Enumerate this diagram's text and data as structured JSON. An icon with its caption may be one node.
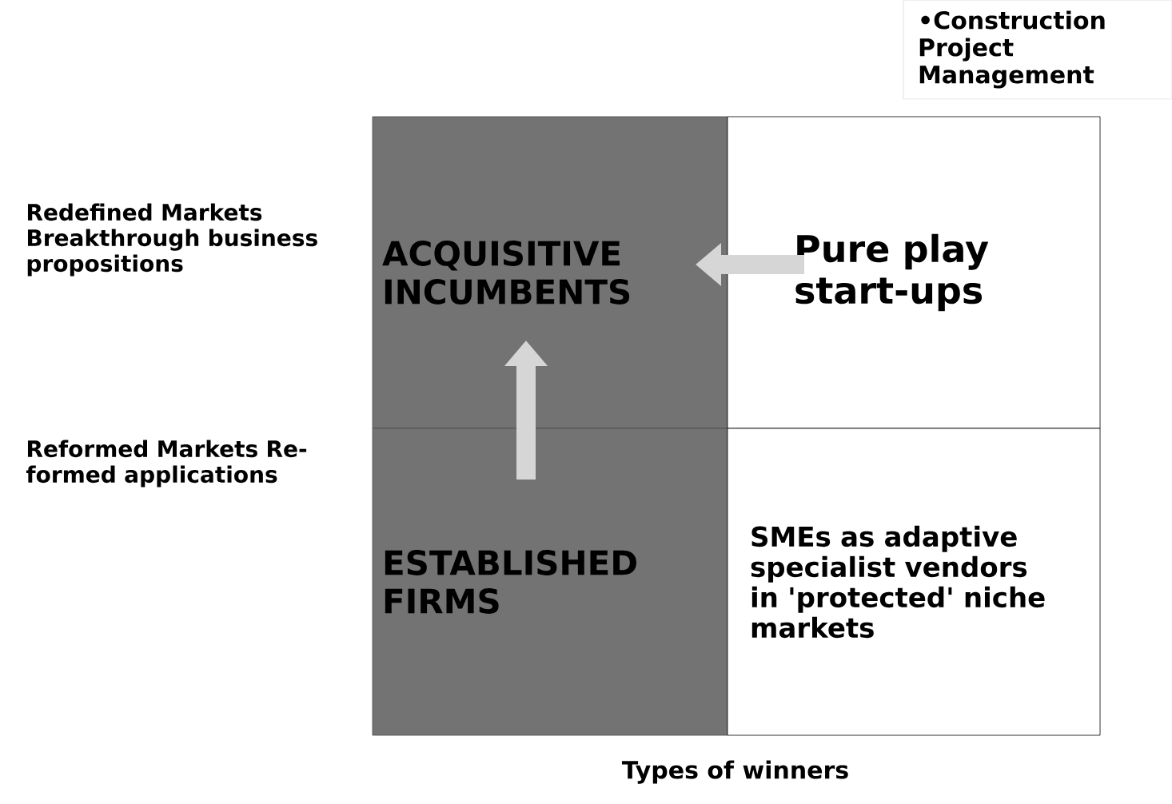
{
  "diagram": {
    "nodes": [
      {
        "text": [
          "ACQUISITIVE INCUMBENTS"
        ]
      },
      {
        "text": [
          "ESTABLISHED FIRMS"
        ]
      },
      {
        "text": [
          "Pure play start-ups"
        ]
      },
      {
        "text": [
          "SMEs as adaptive specialist vendors in 'protected' niche markets"
        ]
      },
      {
        "text": [
          "•Construction Project Management"
        ]
      }
    ],
    "edges": [
      {
        "from": 2,
        "to": 0,
        "arrow": "to"
      },
      {
        "from": 1,
        "to": 0,
        "arrow": "to"
      }
    ],
    "labels": [
      "Redefined Markets Breakthrough business propositions",
      "Reformed Markets Re-formed applications",
      "Types of winners"
    ]
  }
}
